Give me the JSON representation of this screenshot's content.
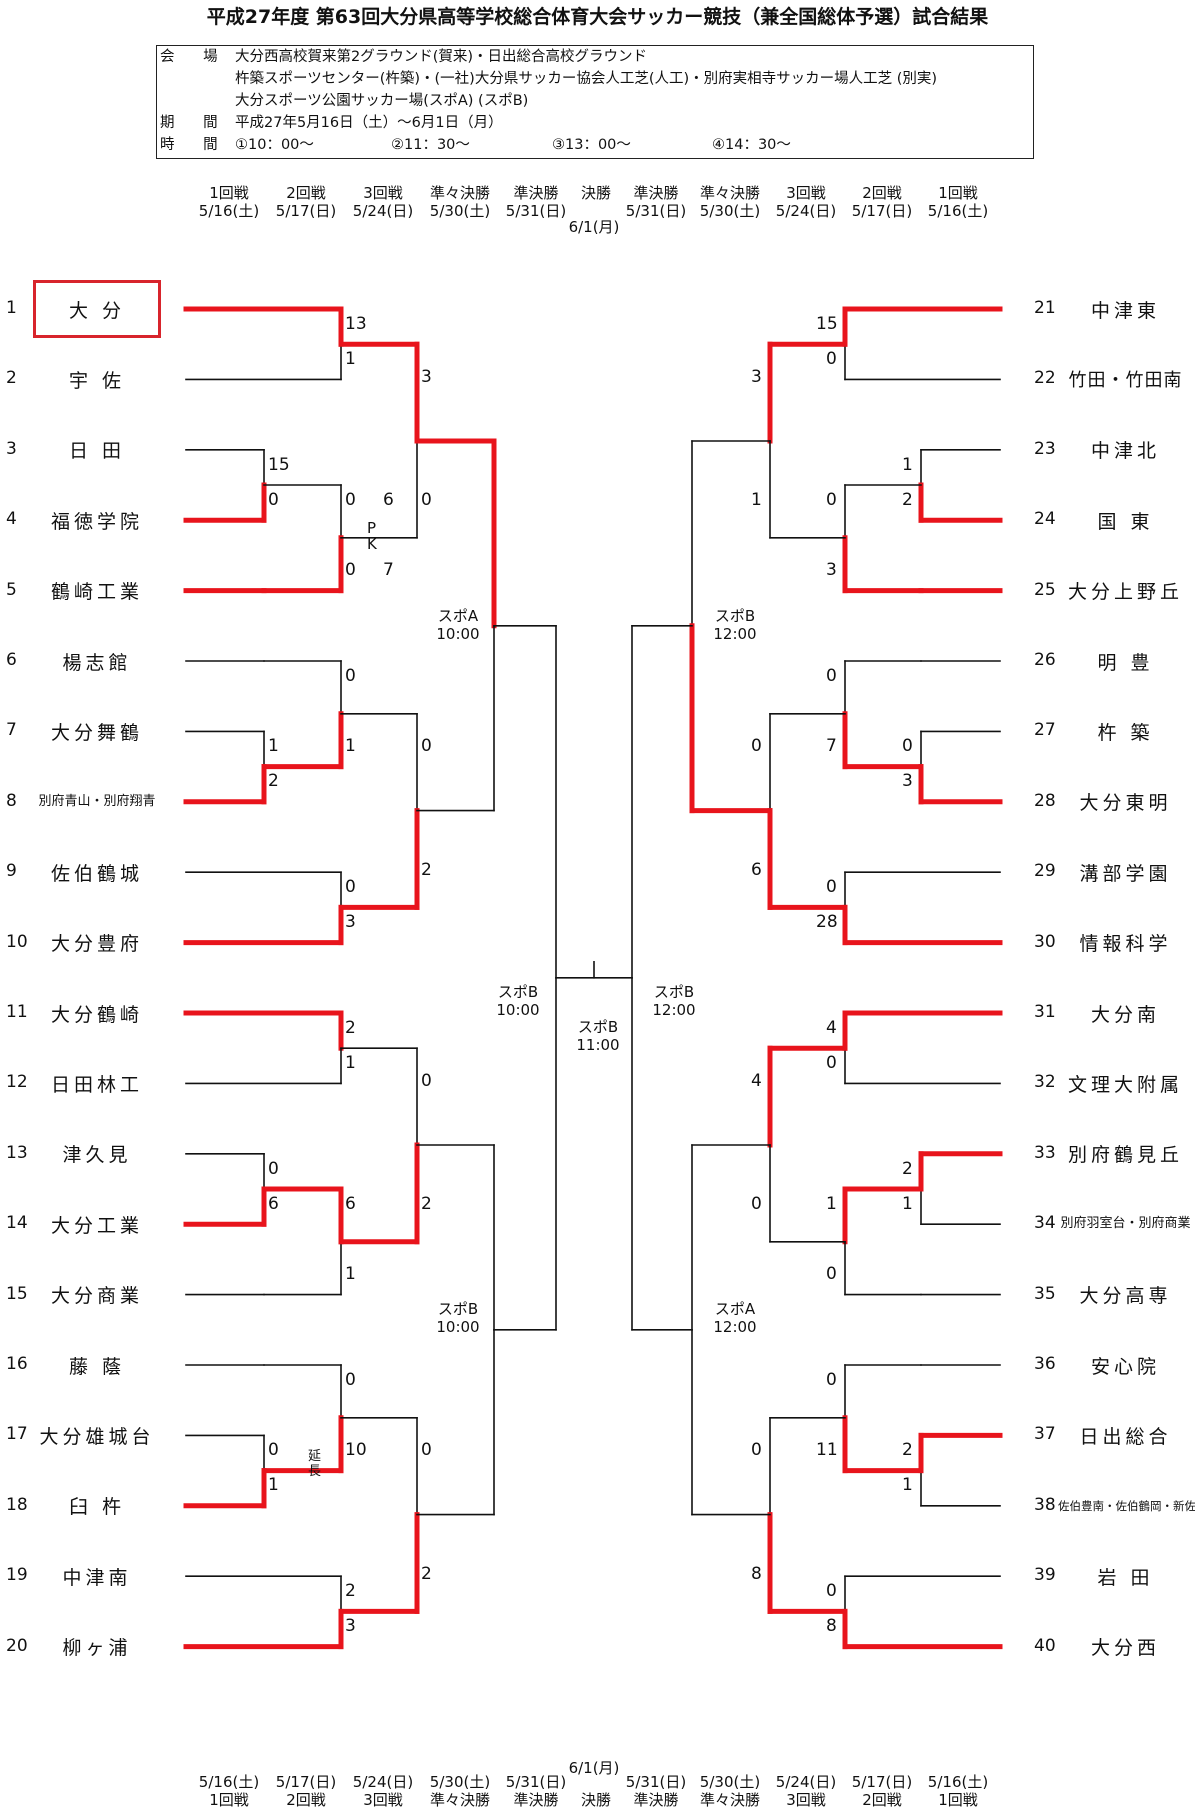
{
  "title": "平成27年度 第63回大分県高等学校総合体育大会サッカー競技（兼全国総体予選）試合結果",
  "info": {
    "venue_label": "会 場",
    "venues": [
      "大分西高校賀来第2グラウンド(賀来)・日出総合高校グラウンド",
      "杵築スポーツセンター(杵築)・(一社)大分県サッカー協会人工芝(人工)・別府実相寺サッカー場人工芝 (別実)",
      "大分スポーツ公園サッカー場(スポA) (スポB)"
    ],
    "period_label": "期 間",
    "period": "平成27年5月16日（土）～6月1日（月）",
    "time_label": "時 間",
    "times": [
      "①10：00～",
      "②11：30～",
      "③13：00～",
      "④14：30～"
    ]
  },
  "round_headers": {
    "top": [
      {
        "round": "1回戦",
        "date": "5/16(土)"
      },
      {
        "round": "2回戦",
        "date": "5/17(日)"
      },
      {
        "round": "3回戦",
        "date": "5/24(日)"
      },
      {
        "round": "準々決勝",
        "date": "5/30(土)"
      },
      {
        "round": "準決勝",
        "date": "5/31(日)"
      },
      {
        "round": "決勝",
        "date": ""
      },
      {
        "round": "準決勝",
        "date": "5/31(日)"
      },
      {
        "round": "準々決勝",
        "date": "5/30(土)"
      },
      {
        "round": "3回戦",
        "date": "5/24(日)"
      },
      {
        "round": "2回戦",
        "date": "5/17(日)"
      },
      {
        "round": "1回戦",
        "date": "5/16(土)"
      }
    ],
    "final_date": "6/1(月)"
  },
  "teams_left": [
    {
      "seed": "1",
      "name": "大 分"
    },
    {
      "seed": "2",
      "name": "宇 佐"
    },
    {
      "seed": "3",
      "name": "日 田"
    },
    {
      "seed": "4",
      "name": "福徳学院"
    },
    {
      "seed": "5",
      "name": "鶴崎工業"
    },
    {
      "seed": "6",
      "name": "楊志館"
    },
    {
      "seed": "7",
      "name": "大分舞鶴"
    },
    {
      "seed": "8",
      "name": "別府青山・別府翔青"
    },
    {
      "seed": "9",
      "name": "佐伯鶴城"
    },
    {
      "seed": "10",
      "name": "大分豊府"
    },
    {
      "seed": "11",
      "name": "大分鶴崎"
    },
    {
      "seed": "12",
      "name": "日田林工"
    },
    {
      "seed": "13",
      "name": "津久見"
    },
    {
      "seed": "14",
      "name": "大分工業"
    },
    {
      "seed": "15",
      "name": "大分商業"
    },
    {
      "seed": "16",
      "name": "藤 蔭"
    },
    {
      "seed": "17",
      "name": "大分雄城台"
    },
    {
      "seed": "18",
      "name": "臼 杵"
    },
    {
      "seed": "19",
      "name": "中津南"
    },
    {
      "seed": "20",
      "name": "柳ヶ浦"
    }
  ],
  "teams_right": [
    {
      "seed": "21",
      "name": "中津東"
    },
    {
      "seed": "22",
      "name": "竹田・竹田南"
    },
    {
      "seed": "23",
      "name": "中津北"
    },
    {
      "seed": "24",
      "name": "国 東"
    },
    {
      "seed": "25",
      "name": "大分上野丘"
    },
    {
      "seed": "26",
      "name": "明 豊"
    },
    {
      "seed": "27",
      "name": "杵 築"
    },
    {
      "seed": "28",
      "name": "大分東明"
    },
    {
      "seed": "29",
      "name": "溝部学園"
    },
    {
      "seed": "30",
      "name": "情報科学"
    },
    {
      "seed": "31",
      "name": "大分南"
    },
    {
      "seed": "32",
      "name": "文理大附属"
    },
    {
      "seed": "33",
      "name": "別府鶴見丘"
    },
    {
      "seed": "34",
      "name": "別府羽室台・別府商業"
    },
    {
      "seed": "35",
      "name": "大分高専"
    },
    {
      "seed": "36",
      "name": "安心院"
    },
    {
      "seed": "37",
      "name": "日出総合"
    },
    {
      "seed": "38",
      "name": "佐伯豊南・佐伯鶴岡・新佐伯豊南"
    },
    {
      "seed": "39",
      "name": "岩 田"
    },
    {
      "seed": "40",
      "name": "大分西"
    }
  ],
  "scores_left": [
    "13",
    "1",
    "3",
    "15",
    "0",
    "0",
    "6",
    "0",
    "0",
    "7",
    "0",
    "1",
    "0",
    "1",
    "2",
    "0",
    "2",
    "3",
    "2",
    "1",
    "0",
    "0",
    "6",
    "6",
    "2",
    "1",
    "0",
    "0",
    "10",
    "0",
    "1",
    "2",
    "2",
    "3"
  ],
  "scores_right": [
    "15",
    "0",
    "3",
    "1",
    "2",
    "1",
    "0",
    "3",
    "0",
    "0",
    "7",
    "0",
    "3",
    "6",
    "0",
    "28",
    "4",
    "0",
    "4",
    "2",
    "0",
    "1",
    "1",
    "0",
    "0",
    "0",
    "11",
    "2",
    "1",
    "8",
    "0",
    "8"
  ],
  "pk_label": "P K",
  "extra_time_label": "延長",
  "venues_bracket": {
    "left_qf_top": [
      "スポA",
      "10:00"
    ],
    "left_qf_bottom": [
      "スポB",
      "10:00"
    ],
    "left_sf": [
      "スポB",
      "10:00"
    ],
    "final": [
      "スポB",
      "11:00"
    ],
    "right_sf": [
      "スポB",
      "12:00"
    ],
    "right_qf_top": [
      "スポB",
      "12:00"
    ],
    "right_qf_bottom": [
      "スポA",
      "12:00"
    ]
  },
  "colors": {
    "winner_line": "#e8141c",
    "loser_line": "#111111",
    "highlight_box": "#d8242c"
  }
}
